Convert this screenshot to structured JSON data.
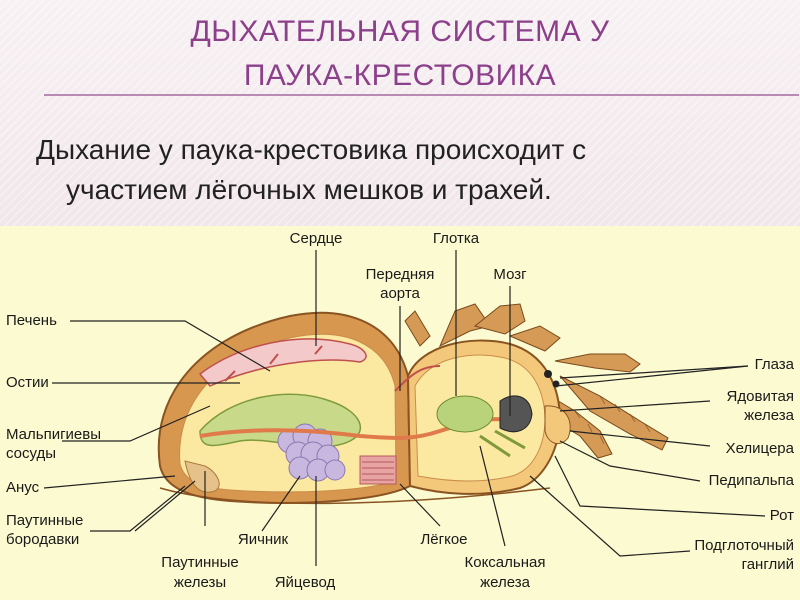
{
  "slide": {
    "title_line1": "ДЫХАТЕЛЬНАЯ СИСТЕМА У",
    "title_line2": "ПАУКА-КРЕСТОВИКА",
    "subtitle_line1": "Дыхание у паука-крестовика происходит с",
    "subtitle_line2": "участием лёгочных мешков и трахей."
  },
  "diagram": {
    "labels": {
      "heart": "Сердце",
      "pharynx": "Глотка",
      "anterior_aorta_1": "Передняя",
      "anterior_aorta_2": "аорта",
      "brain": "Мозг",
      "liver": "Печень",
      "ostia": "Остии",
      "malpighian_1": "Мальпигиевы",
      "malpighian_2": "сосуды",
      "anus": "Анус",
      "spinnerets_1": "Паутинные",
      "spinnerets_2": "бородавки",
      "silk_glands_1": "Паутинные",
      "silk_glands_2": "железы",
      "ovary": "Яичник",
      "oviduct": "Яйцевод",
      "lung": "Лёгкое",
      "coxal_gland_1": "Коксальная",
      "coxal_gland_2": "железа",
      "eyes": "Глаза",
      "venom_gland_1": "Ядовитая",
      "venom_gland_2": "железа",
      "chelicera": "Хелицера",
      "pedipalp": "Педипальпа",
      "mouth": "Рот",
      "subpharyngeal_1": "Подглоточный",
      "subpharyngeal_2": "ганглий"
    }
  }
}
